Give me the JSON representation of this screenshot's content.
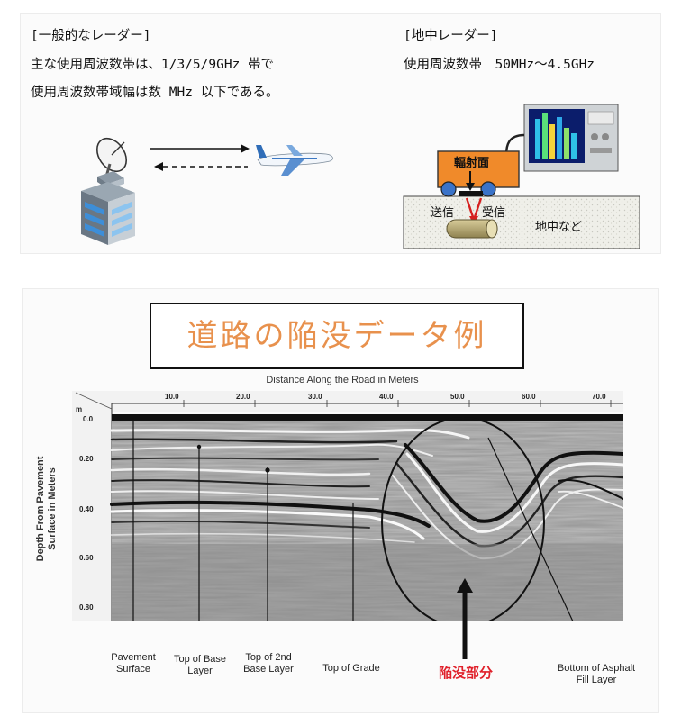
{
  "radar_general": {
    "heading": "[一般的なレーダー]",
    "line1": "主な使用周波数帯は、1/3/5/9GHz 帯で",
    "line2": "使用周波数帯域幅は数 MHz 以下である。"
  },
  "radar_ground": {
    "heading": "[地中レーダー]",
    "line1": "使用周波数帯　50MHz～4.5GHz",
    "radiating_surface": "輻射面",
    "transmit": "送信",
    "receive": "受信",
    "underground": "地中など"
  },
  "example": {
    "title": "道路の陥没データ例",
    "top_axis_title": "Distance Along  the Road in Meters",
    "top_ticks": [
      "10.0",
      "20.0",
      "30.0",
      "40.0",
      "50.0",
      "60.0",
      "70.0"
    ],
    "corner_unit": "m",
    "left_axis_title_line1": "Depth From Pavement",
    "left_axis_title_line2": "Surface in Meters",
    "left_ticks": [
      "0.0",
      "0.20",
      "0.40",
      "0.60",
      "0.80"
    ],
    "labels": {
      "pavement_surface_1": "Pavement",
      "pavement_surface_2": "Surface",
      "top_base_1": "Top of Base",
      "top_base_2": "Layer",
      "top_2nd_1": "Top of 2nd",
      "top_2nd_2": "Base Layer",
      "top_grade": "Top of Grade",
      "sinkhole": "陥没部分",
      "asphalt_1": "Bottom of Asphalt",
      "asphalt_2": "Fill Layer"
    }
  },
  "colors": {
    "truck": "#f08a2a",
    "wheel": "#3a73c9",
    "arrow_red": "#d62020",
    "title_text": "#e8914d",
    "sinkhole_label": "#e0202a"
  }
}
